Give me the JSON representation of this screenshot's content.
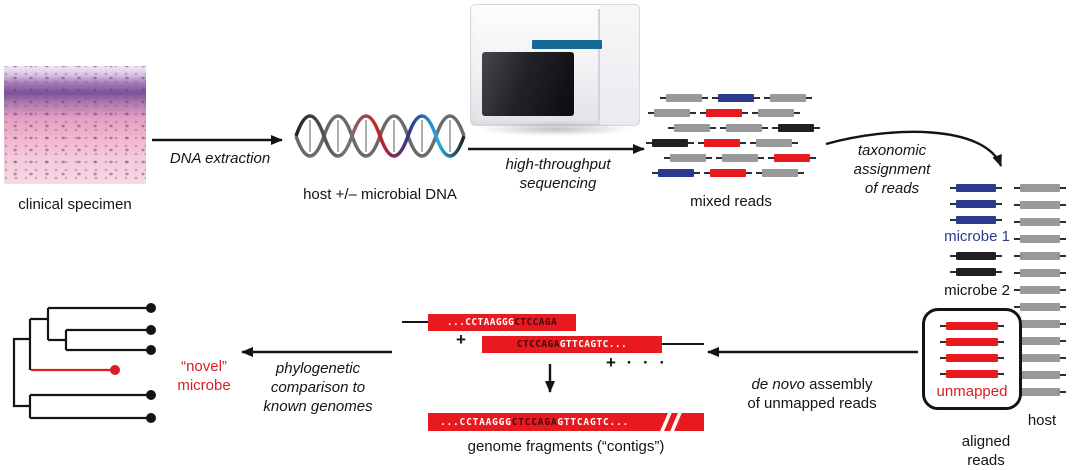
{
  "colors": {
    "gray": "#97999b",
    "red": "#e8191f",
    "blue": "#2b3990",
    "black": "#232024"
  },
  "labels": {
    "clinical_specimen": "clinical specimen",
    "dna_extraction": "DNA extraction",
    "host_dna": "host +/– microbial DNA",
    "sequencing": "high-throughput\nsequencing",
    "mixed_reads": "mixed reads",
    "taxonomic": "taxonomic\nassignment\nof reads",
    "microbe1": "microbe 1",
    "microbe2": "microbe 2",
    "host": "host",
    "unmapped": "unmapped",
    "aligned_reads": "aligned reads",
    "denovo_italic": "de novo",
    "denovo_rest": " assembly",
    "denovo_line2": "of unmapped reads",
    "phylo": "phylogenetic\ncomparison to\nknown genomes",
    "novel": "“novel”\nmicrobe",
    "contigs_caption": "genome fragments (“contigs”)",
    "plus": "+",
    "plus_dots": "+ · · ·"
  },
  "contigs": {
    "c1_left": "...CCTAAGGG",
    "c1_overlap": "CTCCAGA",
    "c2_overlap": "CTCCAGA",
    "c2_right": "GTTCAGTC...",
    "m_left": "...CCTAAGGG",
    "m_overlap": "CTCCAGA",
    "m_right": "GTTCAGTC..."
  },
  "mixed_reads": {
    "rows": [
      {
        "offset": 14,
        "colors": [
          "gray",
          "blue",
          "gray"
        ]
      },
      {
        "offset": 2,
        "colors": [
          "gray",
          "red",
          "gray"
        ]
      },
      {
        "offset": 22,
        "colors": [
          "gray",
          "gray",
          "black"
        ]
      },
      {
        "offset": 0,
        "colors": [
          "black",
          "red",
          "gray"
        ]
      },
      {
        "offset": 18,
        "colors": [
          "gray",
          "gray",
          "red"
        ]
      },
      {
        "offset": 6,
        "colors": [
          "blue",
          "red",
          "gray"
        ]
      }
    ]
  },
  "aligned": {
    "microbe1": {
      "color": "blue",
      "count": 3
    },
    "microbe2": {
      "color": "black",
      "count": 2
    },
    "host": {
      "color": "gray",
      "count": 13
    },
    "unmapped": {
      "color": "red",
      "count": 4
    }
  }
}
